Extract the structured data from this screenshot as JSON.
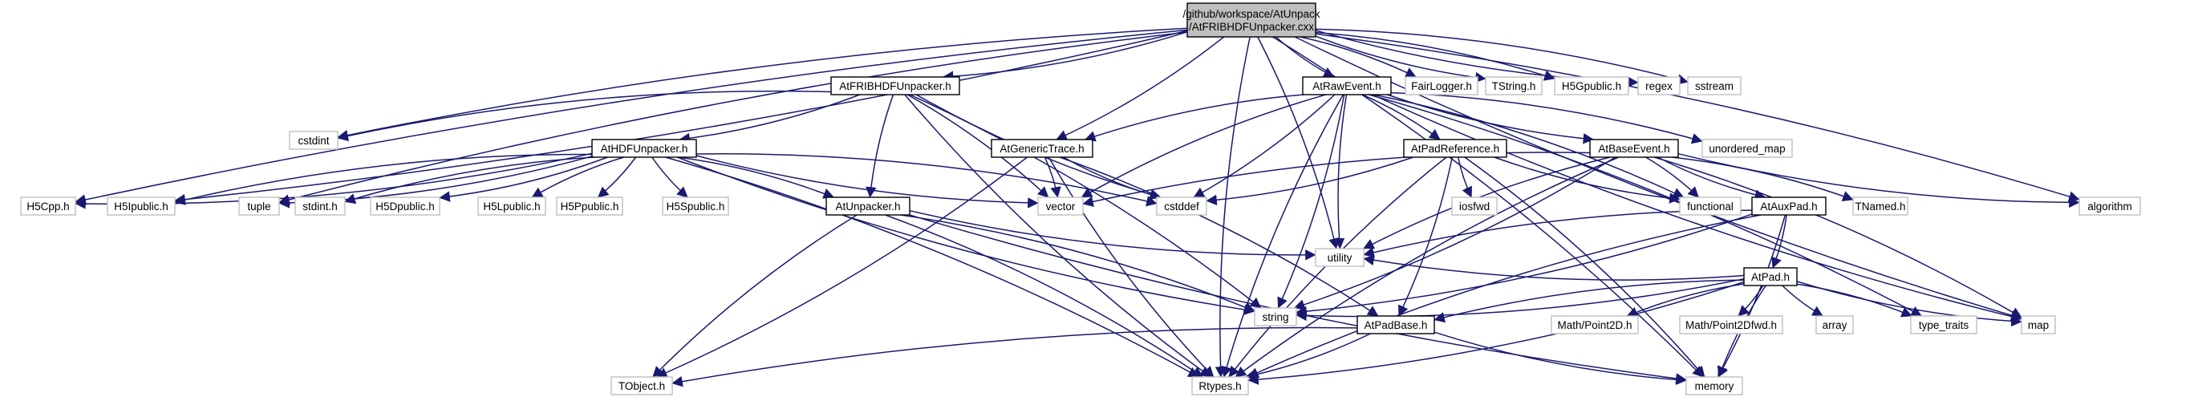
{
  "colors": {
    "edge": "#191970",
    "arrowhead": "#191970",
    "root_fill": "#bfbfbf",
    "root_border": "#000000",
    "documented_border": "#000000",
    "external_border": "#bfbfbf",
    "external_text": "#606060",
    "background": "#ffffff"
  },
  "graph": {
    "title_lines": [
      "/github/workspace/AtUnpack",
      "/AtFRIBHDFUnpacker.cxx"
    ],
    "nodes": [
      {
        "id": "root",
        "label": "/github/workspace/AtUnpack\n/AtFRIBHDFUnpacker.cxx",
        "kind": "root"
      },
      {
        "id": "AtFRIBHDFUnpacker_h",
        "label": "AtFRIBHDFUnpacker.h",
        "kind": "documented"
      },
      {
        "id": "AtRawEvent_h",
        "label": "AtRawEvent.h",
        "kind": "documented"
      },
      {
        "id": "FairLogger_h",
        "label": "FairLogger.h",
        "kind": "external"
      },
      {
        "id": "TString_h",
        "label": "TString.h",
        "kind": "external"
      },
      {
        "id": "H5Gpublic_h",
        "label": "H5Gpublic.h",
        "kind": "external"
      },
      {
        "id": "regex",
        "label": "regex",
        "kind": "external"
      },
      {
        "id": "sstream",
        "label": "sstream",
        "kind": "external"
      },
      {
        "id": "cstdint",
        "label": "cstdint",
        "kind": "external"
      },
      {
        "id": "AtHDFUnpacker_h",
        "label": "AtHDFUnpacker.h",
        "kind": "documented"
      },
      {
        "id": "AtGenericTrace_h",
        "label": "AtGenericTrace.h",
        "kind": "documented"
      },
      {
        "id": "AtPadReference_h",
        "label": "AtPadReference.h",
        "kind": "documented"
      },
      {
        "id": "AtBaseEvent_h",
        "label": "AtBaseEvent.h",
        "kind": "documented"
      },
      {
        "id": "unordered_map",
        "label": "unordered_map",
        "kind": "external"
      },
      {
        "id": "H5Cpp_h",
        "label": "H5Cpp.h",
        "kind": "external"
      },
      {
        "id": "H5Ipublic_h",
        "label": "H5Ipublic.h",
        "kind": "external"
      },
      {
        "id": "tuple",
        "label": "tuple",
        "kind": "external"
      },
      {
        "id": "stdint_h",
        "label": "stdint.h",
        "kind": "external"
      },
      {
        "id": "H5Dpublic_h",
        "label": "H5Dpublic.h",
        "kind": "external"
      },
      {
        "id": "H5Lpublic_h",
        "label": "H5Lpublic.h",
        "kind": "external"
      },
      {
        "id": "H5Ppublic_h",
        "label": "H5Ppublic.h",
        "kind": "external"
      },
      {
        "id": "H5Spublic_h",
        "label": "H5Spublic.h",
        "kind": "external"
      },
      {
        "id": "AtUnpacker_h",
        "label": "AtUnpacker.h",
        "kind": "documented"
      },
      {
        "id": "vector",
        "label": "vector",
        "kind": "external"
      },
      {
        "id": "cstddef",
        "label": "cstddef",
        "kind": "external"
      },
      {
        "id": "iosfwd",
        "label": "iosfwd",
        "kind": "external"
      },
      {
        "id": "functional",
        "label": "functional",
        "kind": "external"
      },
      {
        "id": "AtAuxPad_h",
        "label": "AtAuxPad.h",
        "kind": "documented"
      },
      {
        "id": "TNamed_h",
        "label": "TNamed.h",
        "kind": "external"
      },
      {
        "id": "algorithm",
        "label": "algorithm",
        "kind": "external"
      },
      {
        "id": "utility",
        "label": "utility",
        "kind": "external"
      },
      {
        "id": "AtPad_h",
        "label": "AtPad.h",
        "kind": "documented"
      },
      {
        "id": "string",
        "label": "string",
        "kind": "external"
      },
      {
        "id": "AtPadBase_h",
        "label": "AtPadBase.h",
        "kind": "documented"
      },
      {
        "id": "Point2D_h",
        "label": "Math/Point2D.h",
        "kind": "external"
      },
      {
        "id": "Point2Dfwd_h",
        "label": "Math/Point2Dfwd.h",
        "kind": "external"
      },
      {
        "id": "array",
        "label": "array",
        "kind": "external"
      },
      {
        "id": "type_traits",
        "label": "type_traits",
        "kind": "external"
      },
      {
        "id": "map",
        "label": "map",
        "kind": "external"
      },
      {
        "id": "TObject_h",
        "label": "TObject.h",
        "kind": "external"
      },
      {
        "id": "Rtypes_h",
        "label": "Rtypes.h",
        "kind": "external"
      },
      {
        "id": "memory",
        "label": "memory",
        "kind": "external"
      }
    ],
    "edges": [
      {
        "from": "root",
        "to": "AtFRIBHDFUnpacker_h"
      },
      {
        "from": "root",
        "to": "AtRawEvent_h"
      },
      {
        "from": "root",
        "to": "FairLogger_h"
      },
      {
        "from": "root",
        "to": "TString_h"
      },
      {
        "from": "root",
        "to": "H5Gpublic_h"
      },
      {
        "from": "root",
        "to": "regex"
      },
      {
        "from": "root",
        "to": "sstream"
      },
      {
        "from": "root",
        "to": "cstdint"
      },
      {
        "from": "root",
        "to": "AtGenericTrace_h"
      },
      {
        "from": "root",
        "to": "H5Cpp_h"
      },
      {
        "from": "root",
        "to": "H5Ipublic_h"
      },
      {
        "from": "root",
        "to": "tuple"
      },
      {
        "from": "root",
        "to": "utility"
      },
      {
        "from": "root",
        "to": "Rtypes_h"
      },
      {
        "from": "root",
        "to": "algorithm"
      },
      {
        "from": "root",
        "to": "map"
      },
      {
        "from": "root",
        "to": "memory"
      },
      {
        "from": "AtFRIBHDFUnpacker_h",
        "to": "cstdint"
      },
      {
        "from": "AtFRIBHDFUnpacker_h",
        "to": "AtHDFUnpacker_h"
      },
      {
        "from": "AtFRIBHDFUnpacker_h",
        "to": "AtUnpacker_h"
      },
      {
        "from": "AtFRIBHDFUnpacker_h",
        "to": "vector"
      },
      {
        "from": "AtFRIBHDFUnpacker_h",
        "to": "cstddef"
      },
      {
        "from": "AtFRIBHDFUnpacker_h",
        "to": "string"
      },
      {
        "from": "AtFRIBHDFUnpacker_h",
        "to": "Rtypes_h"
      },
      {
        "from": "AtHDFUnpacker_h",
        "to": "H5Cpp_h"
      },
      {
        "from": "AtHDFUnpacker_h",
        "to": "H5Ipublic_h"
      },
      {
        "from": "AtHDFUnpacker_h",
        "to": "tuple"
      },
      {
        "from": "AtHDFUnpacker_h",
        "to": "stdint_h"
      },
      {
        "from": "AtHDFUnpacker_h",
        "to": "H5Dpublic_h"
      },
      {
        "from": "AtHDFUnpacker_h",
        "to": "H5Lpublic_h"
      },
      {
        "from": "AtHDFUnpacker_h",
        "to": "H5Ppublic_h"
      },
      {
        "from": "AtHDFUnpacker_h",
        "to": "H5Spublic_h"
      },
      {
        "from": "AtHDFUnpacker_h",
        "to": "AtUnpacker_h"
      },
      {
        "from": "AtHDFUnpacker_h",
        "to": "vector"
      },
      {
        "from": "AtHDFUnpacker_h",
        "to": "cstddef"
      },
      {
        "from": "AtHDFUnpacker_h",
        "to": "string"
      },
      {
        "from": "AtHDFUnpacker_h",
        "to": "Rtypes_h"
      },
      {
        "from": "AtUnpacker_h",
        "to": "utility"
      },
      {
        "from": "AtUnpacker_h",
        "to": "string"
      },
      {
        "from": "AtUnpacker_h",
        "to": "TObject_h"
      },
      {
        "from": "AtUnpacker_h",
        "to": "Rtypes_h"
      },
      {
        "from": "AtUnpacker_h",
        "to": "memory"
      },
      {
        "from": "AtGenericTrace_h",
        "to": "vector"
      },
      {
        "from": "AtGenericTrace_h",
        "to": "cstddef"
      },
      {
        "from": "AtGenericTrace_h",
        "to": "TObject_h"
      },
      {
        "from": "AtGenericTrace_h",
        "to": "Rtypes_h"
      },
      {
        "from": "AtGenericTrace_h",
        "to": "AtPadBase_h"
      },
      {
        "from": "AtRawEvent_h",
        "to": "AtGenericTrace_h"
      },
      {
        "from": "AtRawEvent_h",
        "to": "AtPadReference_h"
      },
      {
        "from": "AtRawEvent_h",
        "to": "AtBaseEvent_h"
      },
      {
        "from": "AtRawEvent_h",
        "to": "unordered_map"
      },
      {
        "from": "AtRawEvent_h",
        "to": "vector"
      },
      {
        "from": "AtRawEvent_h",
        "to": "cstddef"
      },
      {
        "from": "AtRawEvent_h",
        "to": "utility"
      },
      {
        "from": "AtRawEvent_h",
        "to": "string"
      },
      {
        "from": "AtRawEvent_h",
        "to": "Rtypes_h"
      },
      {
        "from": "AtRawEvent_h",
        "to": "functional"
      },
      {
        "from": "AtRawEvent_h",
        "to": "map"
      },
      {
        "from": "AtRawEvent_h",
        "to": "type_traits"
      },
      {
        "from": "AtPadReference_h",
        "to": "iosfwd"
      },
      {
        "from": "AtPadReference_h",
        "to": "cstddef"
      },
      {
        "from": "AtPadReference_h",
        "to": "functional"
      },
      {
        "from": "AtPadReference_h",
        "to": "AtPadBase_h"
      },
      {
        "from": "AtPadReference_h",
        "to": "Rtypes_h"
      },
      {
        "from": "AtPadReference_h",
        "to": "memory"
      },
      {
        "from": "AtBaseEvent_h",
        "to": "vector"
      },
      {
        "from": "AtBaseEvent_h",
        "to": "functional"
      },
      {
        "from": "AtBaseEvent_h",
        "to": "AtAuxPad_h"
      },
      {
        "from": "AtBaseEvent_h",
        "to": "TNamed_h"
      },
      {
        "from": "AtBaseEvent_h",
        "to": "algorithm"
      },
      {
        "from": "AtBaseEvent_h",
        "to": "map"
      },
      {
        "from": "AtBaseEvent_h",
        "to": "utility"
      },
      {
        "from": "AtBaseEvent_h",
        "to": "string"
      },
      {
        "from": "AtBaseEvent_h",
        "to": "Rtypes_h"
      },
      {
        "from": "AtAuxPad_h",
        "to": "AtPad_h"
      },
      {
        "from": "AtAuxPad_h",
        "to": "utility"
      },
      {
        "from": "AtAuxPad_h",
        "to": "string"
      },
      {
        "from": "AtAuxPad_h",
        "to": "Rtypes_h"
      },
      {
        "from": "AtAuxPad_h",
        "to": "memory"
      },
      {
        "from": "AtPad_h",
        "to": "AtPadBase_h"
      },
      {
        "from": "AtPad_h",
        "to": "string"
      },
      {
        "from": "AtPad_h",
        "to": "Point2D_h"
      },
      {
        "from": "AtPad_h",
        "to": "Point2Dfwd_h"
      },
      {
        "from": "AtPad_h",
        "to": "array"
      },
      {
        "from": "AtPad_h",
        "to": "type_traits"
      },
      {
        "from": "AtPad_h",
        "to": "map"
      },
      {
        "from": "AtPad_h",
        "to": "Rtypes_h"
      },
      {
        "from": "AtPad_h",
        "to": "memory"
      },
      {
        "from": "AtPad_h",
        "to": "utility"
      },
      {
        "from": "AtPadBase_h",
        "to": "TObject_h"
      },
      {
        "from": "AtPadBase_h",
        "to": "Rtypes_h"
      },
      {
        "from": "AtPadBase_h",
        "to": "memory"
      }
    ]
  }
}
